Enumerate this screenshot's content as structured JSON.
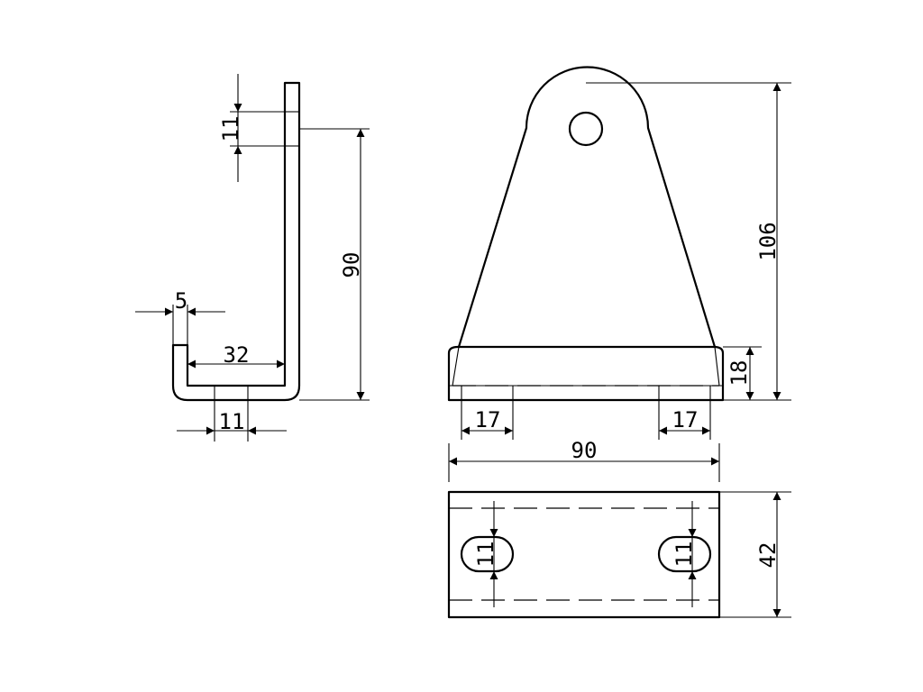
{
  "drawing": {
    "side_view": {
      "dims": {
        "slot_height": "11",
        "height": "90",
        "lip_thickness": "5",
        "inner_width": "32",
        "hole_width": "11"
      }
    },
    "front_view": {
      "dims": {
        "overall_height": "106",
        "base_height": "18",
        "hole_offset_left": "17",
        "hole_offset_right": "17",
        "width": "90"
      }
    },
    "top_view": {
      "dims": {
        "depth": "42",
        "slot_left": "11",
        "slot_right": "11"
      }
    }
  }
}
